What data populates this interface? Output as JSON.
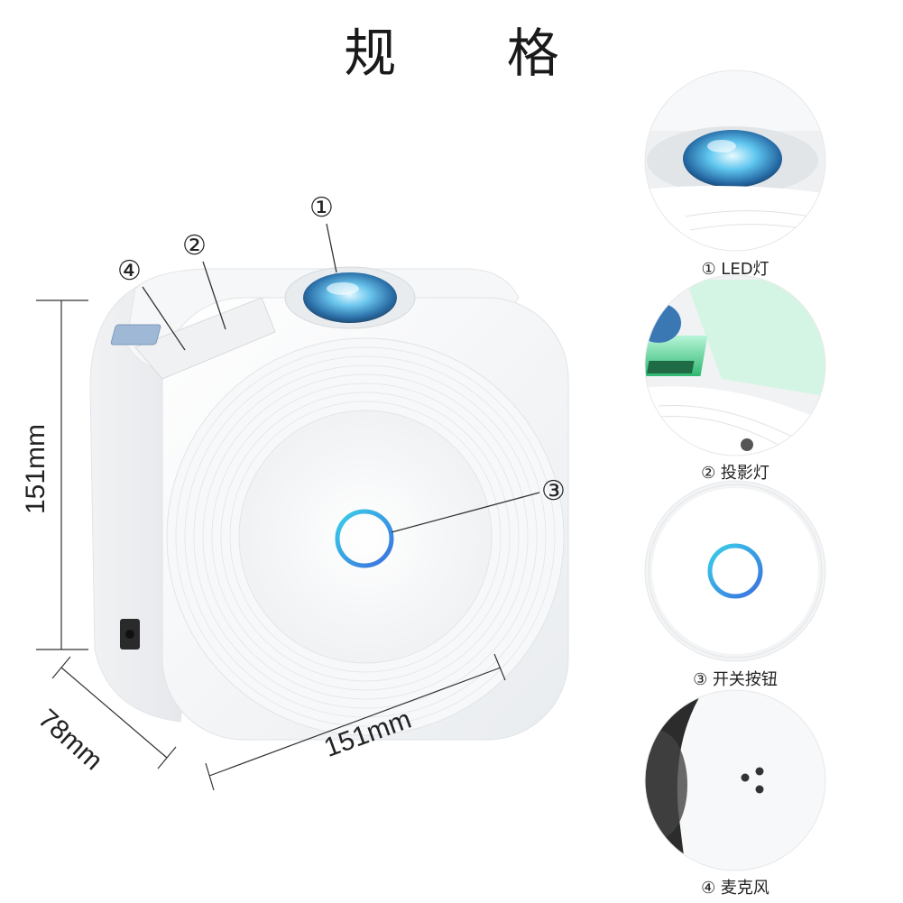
{
  "title": "规 格",
  "dimensions": {
    "height": "151mm",
    "width": "151mm",
    "depth": "78mm"
  },
  "callouts": [
    "①",
    "②",
    "③",
    "④"
  ],
  "details": [
    {
      "caption": "① LED灯",
      "icon": "led-lens-closeup"
    },
    {
      "caption": "② 投影灯",
      "icon": "projection-light-closeup"
    },
    {
      "caption": "③ 开关按钮",
      "icon": "power-button-closeup"
    },
    {
      "caption": "④ 麦克风",
      "icon": "microphone-closeup"
    }
  ],
  "colors": {
    "button_ring_a": "#3b8fe0",
    "button_ring_b": "#39d0e8",
    "lens": "#2f8fc6",
    "projector_green": "#3ddc84"
  }
}
